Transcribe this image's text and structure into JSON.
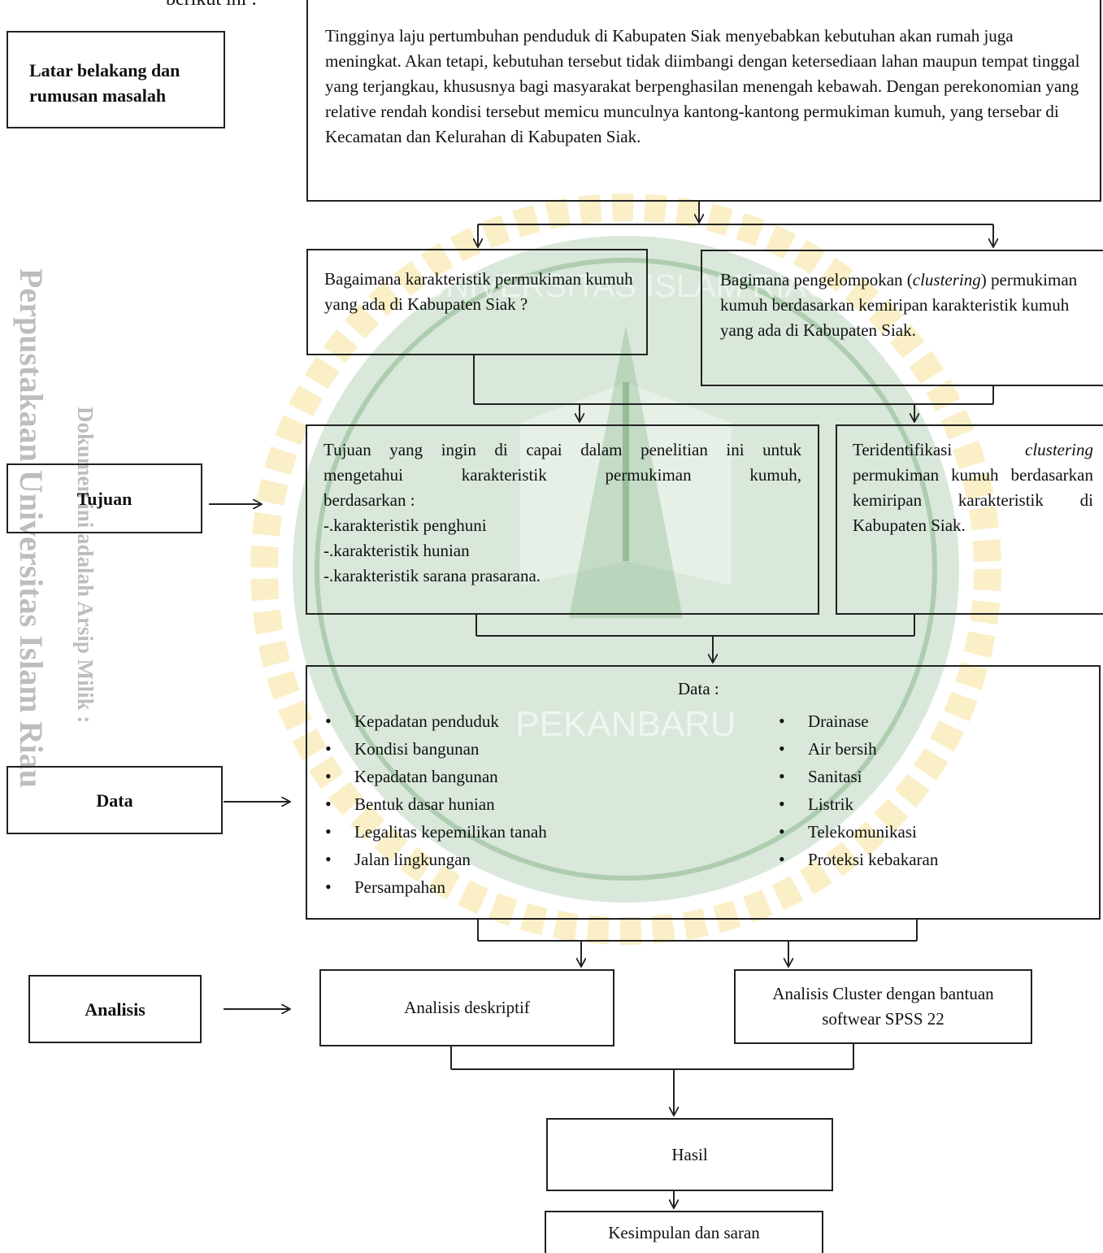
{
  "page_header": "berikut ini :",
  "watermark": {
    "arc_top": "UNIVERSITAS ISLAM RIAU",
    "arc_bottom": "PEKANBARU",
    "side_large": "Perpustakaan Universitas Islam Riau",
    "side_small": "Dokumen ini adalah Arsip Milik :",
    "colors": {
      "green": "#2e7d32",
      "gold": "#e6b800",
      "grey": "#bdbdbd"
    }
  },
  "labels": {
    "latar": "Latar belakang dan rumusan masalah",
    "tujuan": "Tujuan",
    "data": "Data",
    "analisis": "Analisis"
  },
  "background_box": "Tingginya laju pertumbuhan penduduk di Kabupaten Siak menyebabkan kebutuhan akan rumah juga meningkat. Akan tetapi, kebutuhan tersebut tidak diimbangi dengan ketersediaan lahan maupun tempat tinggal yang terjangkau, khususnya bagi masyarakat berpenghasilan menengah kebawah. Dengan perekonomian yang relative rendah kondisi tersebut memicu munculnya kantong-kantong permukiman kumuh, yang tersebar di Kecamatan dan Kelurahan di Kabupaten Siak.",
  "question_left": "Bagaimana karakteristik permukiman kumuh yang ada di Kabupaten Siak ?",
  "question_right": {
    "part1": "Bagimana pengelompokan (",
    "italic": "clustering",
    "part2": ") permukiman  kumuh berdasarkan kemiripan karakteristik kumuh yang ada di Kabupaten Siak."
  },
  "tujuan_left": {
    "line1": "Tujuan yang ingin di capai dalam penelitian ini untuk",
    "line2": "mengetahui karakteristik permukiman kumuh,",
    "line3": "berdasarkan :",
    "items": [
      "-.karakteristik penghuni",
      "-.karakteristik hunian",
      "-.karakteristik sarana prasarana."
    ]
  },
  "tujuan_right": {
    "word1": "Teridentifikasi",
    "italic": "clustering",
    "rest": "permukiman kumuh berdasarkan kemiripan karakteristik di Kabupaten Siak."
  },
  "data_box": {
    "title": "Data :",
    "left_items": [
      "Kepadatan penduduk",
      "Kondisi bangunan",
      " Kepadatan bangunan",
      "Bentuk dasar hunian",
      "Legalitas kepemilikan tanah",
      " Jalan lingkungan",
      "Persampahan"
    ],
    "right_items": [
      "Drainase",
      "Air bersih",
      "Sanitasi",
      "Listrik",
      "Telekomunikasi",
      "Proteksi kebakaran"
    ]
  },
  "analisis_left": "Analisis deskriptif",
  "analisis_right": "Analisis Cluster dengan bantuan softwear SPSS 22",
  "hasil": "Hasil",
  "kesimpulan": "Kesimpulan dan saran"
}
